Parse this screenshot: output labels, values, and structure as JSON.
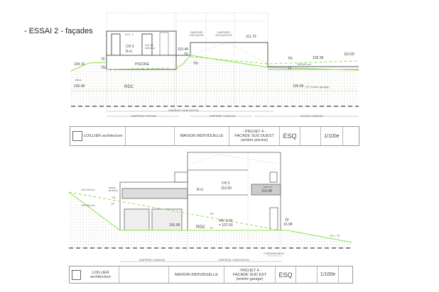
{
  "page_title": "- ESSAI 2 - façades",
  "colors": {
    "terrain_line": "#8be04a",
    "lines": "#555555"
  },
  "facade_sud_ouest": {
    "labels": {
      "ext": "EXT. 4",
      "emprise_escalier": "EMPRISE ESCALIER",
      "emprise_elevateur": "EMPRISE ELEVATEUR",
      "ch3": "CH 3",
      "r1": "R+1",
      "lvl_interieur": "110.50 intérieur",
      "piscine": "PISCINE",
      "rdc": "RDC",
      "talus": "talus",
      "lvl_10910": "109.10",
      "lvl_10698": "106.98",
      "lvl_11048": "110.48",
      "lvl_11170": "111.70",
      "lvl_10938": "109.38",
      "lvl_11000": "110.00",
      "lvl_10898": "108.98 env.",
      "lvl_garage": "106.98",
      "tf_garage": "(TF entrée garage)",
      "tf_left": "TF",
      "tn_left": "TN",
      "tf_mid": "TF",
      "tn_mid": "TN",
      "tn_right": "TN",
      "tf_right": "TF"
    },
    "emprises": {
      "habitation": "EMPRISE HABITATION",
      "piscine": "EMPRISE PISCINE",
      "garage": "EMPRISE GARAGE",
      "acces": "ACCES GARAGE"
    },
    "title_block": {
      "firm": "LOILLIER architecture",
      "project": "MAISON INDIVIDUELLE",
      "sheet_line1": "- PROJET 4 -",
      "sheet_line2": "FACADE SUD OUEST",
      "sheet_line3": "(arrière piscine)",
      "phase": "ESQ",
      "scale": "1/100e"
    }
  },
  "facade_sud_est": {
    "labels": {
      "lvl_11048": "110.48 env.",
      "talus": "(talus arrière)",
      "lvl_10898": "108.98 env.",
      "tn_left": "TN",
      "tf_left": "TF",
      "ch3": "CH 3",
      "ch3_lvl": "110.50",
      "r1": "R+1",
      "balcon": "balcon",
      "balcon_lvl": "110.48",
      "tn_mid": "TN",
      "lvl_garage": "106.98",
      "rdc": "RDC",
      "tf_mid": "TF",
      "niv1": "NIV 0.00",
      "niv2": "= 107.00",
      "tf_right": "TF",
      "tf_right_lvl": "16.98",
      "tn_tf": "TN = TF"
    },
    "emprises": {
      "garage": "EMPRISE GARAGE",
      "habitation": "EMPRISE HABITATION",
      "cheminement": "CHEMINEMENT"
    },
    "title_block": {
      "firm": "LOILLIER architecture",
      "project": "MAISON INDIVIDUELLE",
      "sheet_line1": "- PROJET 4 -",
      "sheet_line2": "FACADE SUD EST",
      "sheet_line3": "(entrée garage)",
      "phase": "ESQ",
      "scale": "1/100e"
    }
  }
}
